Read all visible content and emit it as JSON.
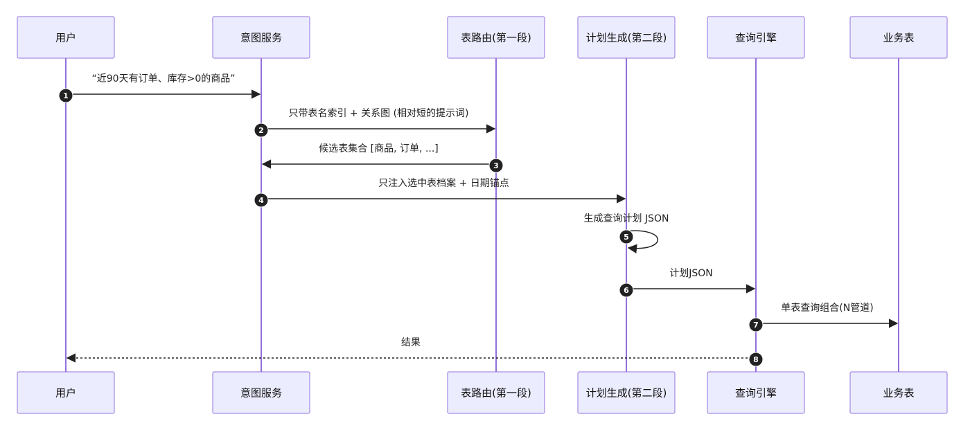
{
  "participants": [
    {
      "id": "user",
      "label": "用户"
    },
    {
      "id": "intent",
      "label": "意图服务"
    },
    {
      "id": "router",
      "label": "表路由(第一段)"
    },
    {
      "id": "planner",
      "label": "计划生成(第二段)"
    },
    {
      "id": "engine",
      "label": "查询引擎"
    },
    {
      "id": "biz",
      "label": "业务表"
    }
  ],
  "messages": [
    {
      "num": "1",
      "from": "user",
      "to": "intent",
      "label": "“近90天有订单、库存>0的商品”",
      "style": "solid"
    },
    {
      "num": "2",
      "from": "intent",
      "to": "router",
      "label": "只带表名索引 + 关系图 (相对短的提示词)",
      "style": "solid"
    },
    {
      "num": "3",
      "from": "router",
      "to": "intent",
      "label": "候选表集合 [商品, 订单, ...]",
      "style": "solid"
    },
    {
      "num": "4",
      "from": "intent",
      "to": "planner",
      "label": "只注入选中表档案 + 日期锚点",
      "style": "solid"
    },
    {
      "num": "5",
      "from": "planner",
      "to": "planner",
      "label": "生成查询计划 JSON",
      "style": "solid"
    },
    {
      "num": "6",
      "from": "planner",
      "to": "engine",
      "label": "计划JSON",
      "style": "solid"
    },
    {
      "num": "7",
      "from": "engine",
      "to": "biz",
      "label": "单表查询组合(N管道)",
      "style": "solid"
    },
    {
      "num": "8",
      "from": "engine",
      "to": "user",
      "label": "结果",
      "style": "dotted"
    }
  ]
}
